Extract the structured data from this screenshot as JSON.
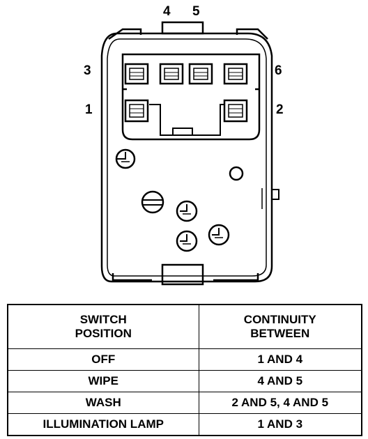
{
  "pin_labels": {
    "p1": "1",
    "p2": "2",
    "p3": "3",
    "p4": "4",
    "p5": "5",
    "p6": "6"
  },
  "table": {
    "headers": [
      [
        "SWITCH",
        "POSITION"
      ],
      [
        "CONTINUITY",
        "BETWEEN"
      ]
    ],
    "rows": [
      [
        "OFF",
        "1 AND 4"
      ],
      [
        "WIPE",
        "4 AND 5"
      ],
      [
        "WASH",
        "2 AND 5, 4 AND 5"
      ],
      [
        "ILLUMINATION LAMP",
        "1 AND 3"
      ]
    ]
  }
}
